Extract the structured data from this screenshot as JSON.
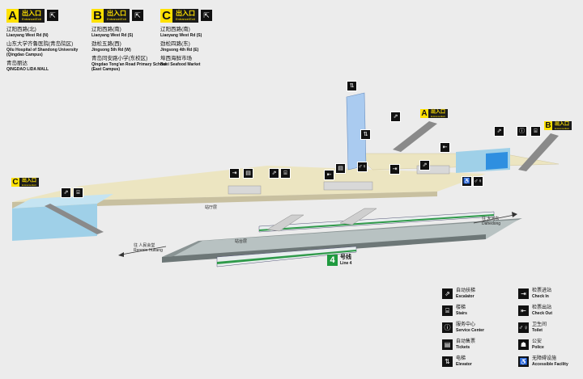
{
  "exits": [
    {
      "letter": "A",
      "cn": "出入口",
      "en": "Entrance/Exit",
      "destinations": [
        {
          "cn": "辽阳西路(北)",
          "en": "Liaoyang West Rd (N)"
        },
        {
          "cn": "山东大学齐鲁医院(青岛院区)",
          "en": "Qilu Hospital of Shandong University (Qingdao Campus)"
        },
        {
          "cn": "青岛丽达",
          "en": "QINGDAO LIDA MALL"
        }
      ]
    },
    {
      "letter": "B",
      "cn": "出入口",
      "en": "Entrance/Exit",
      "destinations": [
        {
          "cn": "辽阳西路(南)",
          "en": "Liaoyang West Rd (S)"
        },
        {
          "cn": "劲松五路(西)",
          "en": "Jingsong 5th Rd (W)"
        },
        {
          "cn": "青岛同安路小学(东校区)",
          "en": "Qingdao Tong'an Road Primary School (East Campus)"
        }
      ]
    },
    {
      "letter": "C",
      "cn": "出入口",
      "en": "Entrance/Exit",
      "destinations": [
        {
          "cn": "辽阳西路(南)",
          "en": "Liaoyang West Rd (S)"
        },
        {
          "cn": "劲松四路(东)",
          "en": "Jingsong 4th Rd (E)"
        },
        {
          "cn": "埠西海鲜市场",
          "en": "Buxi Seafood Market"
        }
      ]
    }
  ],
  "map": {
    "line_cn": "号线",
    "line_en": "Line 4",
    "line_number": "4",
    "line_color": "#1f9a3f",
    "direction_left": "往 大河东",
    "direction_left_sub": "Dahedong",
    "direction_right": "往 人民会堂",
    "direction_right_sub": "Renmin Huitang",
    "concourse_label": "站厅层",
    "platform_label": "站台层"
  },
  "legend": [
    {
      "icon": "escalator-icon",
      "glyph": "⇗",
      "cn": "自动扶梯",
      "en": "Escalator"
    },
    {
      "icon": "check-in-icon",
      "glyph": "⇥",
      "cn": "检票进站",
      "en": "Check In"
    },
    {
      "icon": "stairs-icon",
      "glyph": "⌸",
      "cn": "楼梯",
      "en": "Stairs"
    },
    {
      "icon": "check-out-icon",
      "glyph": "⇤",
      "cn": "检票出站",
      "en": "Check Out"
    },
    {
      "icon": "service-center-icon",
      "glyph": "ⓘ",
      "cn": "服务中心",
      "en": "Service Center"
    },
    {
      "icon": "toilet-icon",
      "glyph": "♂♀",
      "cn": "卫生间",
      "en": "Toilet"
    },
    {
      "icon": "tickets-icon",
      "glyph": "▤",
      "cn": "自动售票",
      "en": "Tickets"
    },
    {
      "icon": "police-icon",
      "glyph": "☗",
      "cn": "公安",
      "en": "Police"
    },
    {
      "icon": "elevator-icon",
      "glyph": "⇅",
      "cn": "电梯",
      "en": "Elevator"
    },
    {
      "icon": "accessible-icon",
      "glyph": "♿",
      "cn": "无障碍设施",
      "en": "Accessible Facility"
    }
  ],
  "colors": {
    "sign_yellow": "#ffe100",
    "sign_black": "#1b1b1b",
    "floor": "#ece5c1",
    "structure": "#9fd0e8",
    "platform": "#7a8a8a"
  }
}
